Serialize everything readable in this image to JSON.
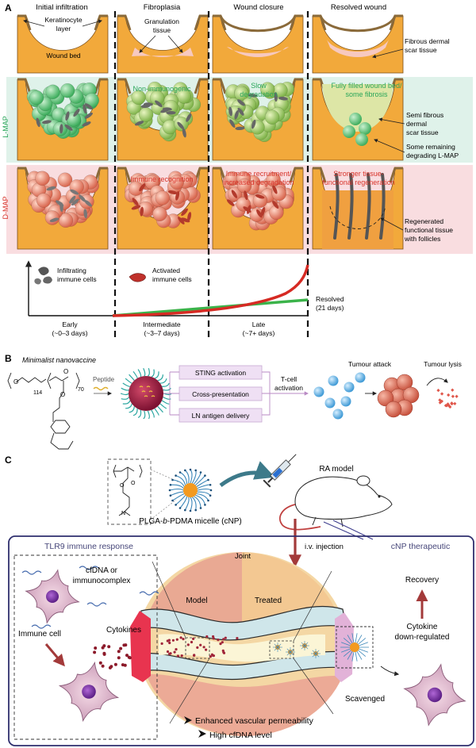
{
  "panelA": {
    "label": "A",
    "stages": [
      "Initial infiltration",
      "Fibroplasia",
      "Wound closure",
      "Resolved wound"
    ],
    "top_row": {
      "keratinocyte": [
        "Keratinocyte",
        "layer"
      ],
      "wound_bed": "Wound bed",
      "granulation": [
        "Granulation",
        "tissue"
      ],
      "scar": [
        "Fibrous dermal",
        "scar tissue"
      ]
    },
    "lmap": {
      "row_label": "L-MAP",
      "notes": [
        "Non-immunogenic",
        "Slow",
        "degradation",
        "Fully filled wound bed/",
        "some fibrosis"
      ],
      "side": [
        "Semi fibrous",
        "dermal",
        "scar tissue",
        "Some remaining",
        "degrading L-MAP"
      ]
    },
    "dmap": {
      "row_label": "D-MAP",
      "notes": [
        "Immune recognition",
        "Immune recruitment/",
        "increased degradation",
        "Stronger tissue-",
        "functional regeneration"
      ],
      "side": [
        "Regenerated",
        "functional tissue",
        "with follicles"
      ]
    },
    "timeline": {
      "infiltrating": [
        "Infiltrating",
        "immune cells"
      ],
      "activated": [
        "Activated",
        "immune cells"
      ],
      "resolved": [
        "Resolved",
        "(21 days)"
      ],
      "phases": [
        "Early",
        "(~0–3 days)",
        "Intermediate",
        "(~3–7 days)",
        "Late",
        "(~7+ days)"
      ]
    },
    "colors": {
      "skin": "#f2a93b",
      "green_band": "#dff2ea",
      "pink_band": "#f9dde0",
      "green_text": "#2aa65a",
      "red_text": "#d8332a"
    }
  },
  "panelB": {
    "label": "B",
    "title": "Minimalist nanovaccine",
    "subscripts": [
      "114",
      "70"
    ],
    "chem_o": "O",
    "peptide": "Peptide",
    "boxes": [
      "STING activation",
      "Cross-presentation",
      "LN antigen delivery"
    ],
    "tcell": [
      "T-cell",
      "activation"
    ],
    "attack": "Tumour attack",
    "lysis": "Tumour lysis"
  },
  "panelC": {
    "label": "C",
    "ra_model": "RA model",
    "micelle": [
      "PLGA-",
      "b",
      "-PDMA micelle (cNP)"
    ],
    "chem_o": "O",
    "chem_n": "N",
    "iv": "i.v. injection",
    "tlr9": "TLR9 immune response",
    "cnp_ther": "cNP therapeutic",
    "joint": "Joint",
    "model": "Model",
    "treated": "Treated",
    "cfdna": [
      "cfDNA or",
      "immunocomplex"
    ],
    "immune_cell": "Immune cell",
    "cytokines": "Cytokines",
    "recovery": "Recovery",
    "cytokine_down": [
      "Cytokine",
      "down-regulated"
    ],
    "scavenged": "Scavenged",
    "bullets": [
      "Enhanced vascular permeability",
      "High cfDNA level"
    ]
  }
}
